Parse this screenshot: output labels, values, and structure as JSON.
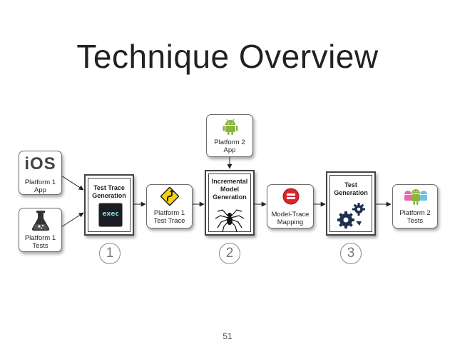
{
  "title": "Technique Overview",
  "inputs": {
    "ios_logo": "iOS",
    "platform1_app": "Platform 1\nApp",
    "platform1_tests": "Platform 1\nTests",
    "platform2_app": "Platform 2\nApp"
  },
  "processes": {
    "test_trace_generation": "Test Trace\nGeneration",
    "exec_logo": "exec",
    "incremental_model_generation": "Incremental\nModel\nGeneration",
    "test_generation": "Test\nGeneration"
  },
  "artifacts": {
    "platform1_test_trace": "Platform 1\nTest Trace",
    "model_trace_mapping": "Model-Trace\nMapping",
    "platform2_tests": "Platform 2\nTests"
  },
  "steps": [
    "1",
    "2",
    "3"
  ],
  "page_number": "51",
  "colors": {
    "android_green": "#8ab43e",
    "mapping_red": "#d9262a",
    "sign_yellow": "#f5d312",
    "gear_navy": "#1e2f4f"
  }
}
